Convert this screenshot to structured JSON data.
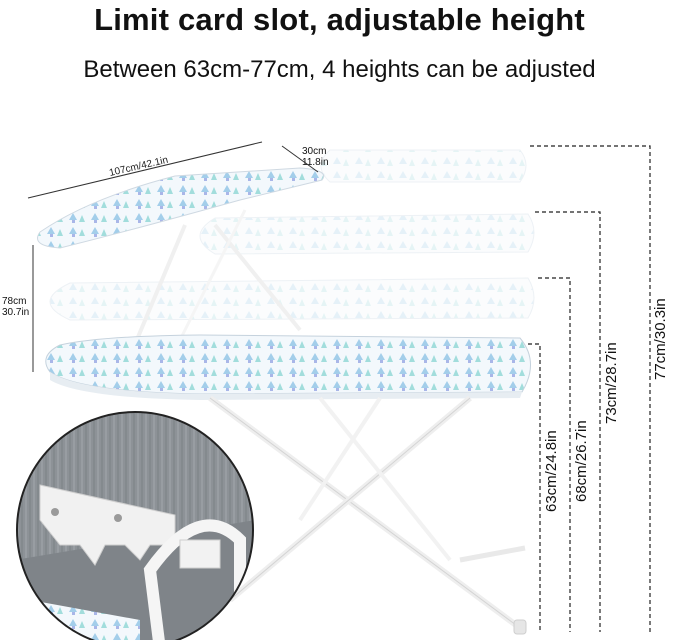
{
  "header": {
    "title": "Limit card slot, adjustable height",
    "subtitle": "Between 63cm-77cm, 4 heights can be adjusted"
  },
  "dimensions": {
    "length": "107cm/42.1in",
    "width_cm": "30cm",
    "width_in": "11.8in",
    "folded_cm": "78cm",
    "folded_in": "30.7in",
    "heights": [
      "63cm/24.8in",
      "68cm/26.7in",
      "73cm/28.7in",
      "77cm/30.3in"
    ]
  },
  "colors": {
    "fabric_blue": "#7fb8e0",
    "fabric_teal": "#7ccfd0",
    "frame": "#f4f4f4",
    "slot_wood": "#8f9499"
  }
}
